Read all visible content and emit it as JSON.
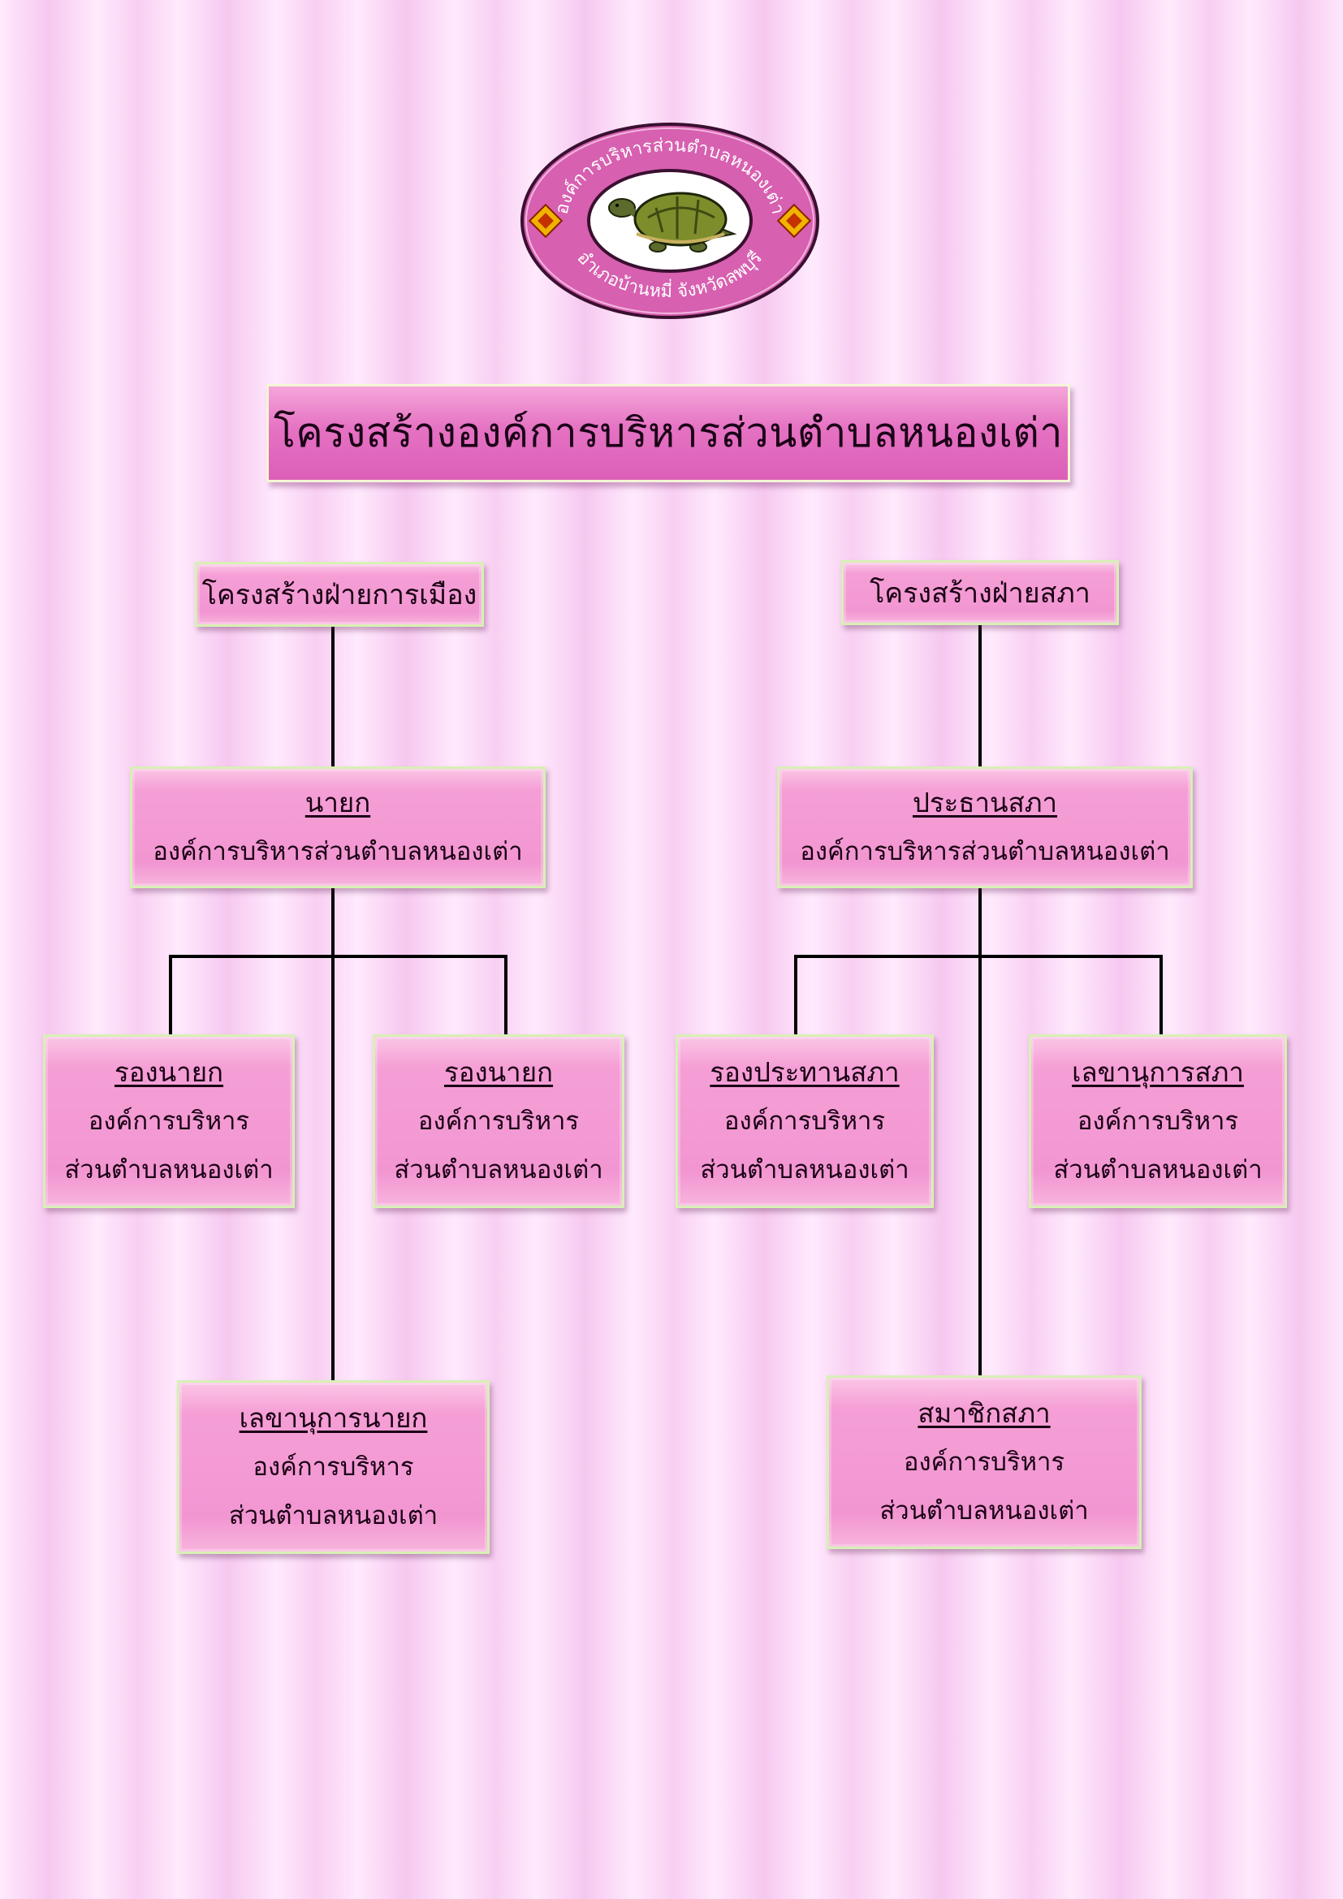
{
  "logo": {
    "top_text": "องค์การบริหารส่วนตำบลหนองเต่า",
    "bottom_text": "อำเภอบ้านหมี่ จังหวัดลพบุรี"
  },
  "title": "โครงสร้างองค์การบริหารส่วนตำบลหนองเต่า",
  "political": {
    "header": "โครงสร้างฝ่ายการเมือง",
    "chief": {
      "position": "นายก",
      "org": "องค์การบริหารส่วนตำบลหนองเต่า"
    },
    "deputy_left": {
      "position": "รองนายก",
      "org_1": "องค์การบริหาร",
      "org_2": "ส่วนตำบลหนองเต่า"
    },
    "deputy_right": {
      "position": "รองนายก",
      "org_1": "องค์การบริหาร",
      "org_2": "ส่วนตำบลหนองเต่า"
    },
    "secretary": {
      "position": "เลขานุการนายก",
      "org_1": "องค์การบริหาร",
      "org_2": "ส่วนตำบลหนองเต่า"
    }
  },
  "council": {
    "header": "โครงสร้างฝ่ายสภา",
    "chair": {
      "position": "ประธานสภา",
      "org": "องค์การบริหารส่วนตำบลหนองเต่า"
    },
    "vice_chair": {
      "position": "รองประทานสภา",
      "org_1": "องค์การบริหาร",
      "org_2": "ส่วนตำบลหนองเต่า"
    },
    "secretary": {
      "position": "เลขานุการสภา",
      "org_1": "องค์การบริหาร",
      "org_2": "ส่วนตำบลหนองเต่า"
    },
    "members": {
      "position": "สมาชิกสภา",
      "org_1": "องค์การบริหาร",
      "org_2": "ส่วนตำบลหนองเต่า"
    }
  }
}
